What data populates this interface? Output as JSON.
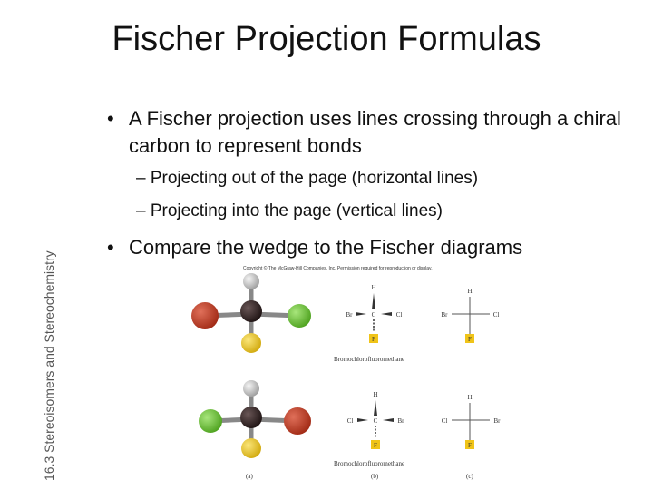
{
  "slide": {
    "title": "Fischer Projection Formulas",
    "side_label": "16.3 Stereoisomers and Stereochemistry",
    "bullets": [
      {
        "marker": "•",
        "text": "A Fischer projection uses lines crossing through a chiral carbon to represent bonds"
      },
      {
        "marker": "•",
        "text": "Compare the wedge to the Fischer diagrams"
      }
    ],
    "sub_bullets": [
      {
        "marker": "–",
        "text": "Projecting out of the page (horizontal lines)"
      },
      {
        "marker": "–",
        "text": "Projecting into the page (vertical lines)"
      }
    ]
  },
  "figure": {
    "copyright": "Copyright © The McGraw-Hill Companies, Inc. Permission required for reproduction or display.",
    "caption": "Bromochlorofluoromethane",
    "panel_labels": [
      "(a)",
      "(b)",
      "(c)"
    ],
    "atoms": {
      "H": "H",
      "C": "C",
      "Br": "Br",
      "Cl": "Cl",
      "F": "F"
    },
    "colors": {
      "bromine": "#b5361f",
      "chlorine": "#6cc23a",
      "fluorine": "#e8c21e",
      "hydrogen": "#c8c8c8",
      "carbon": "#2a1c1c"
    }
  }
}
